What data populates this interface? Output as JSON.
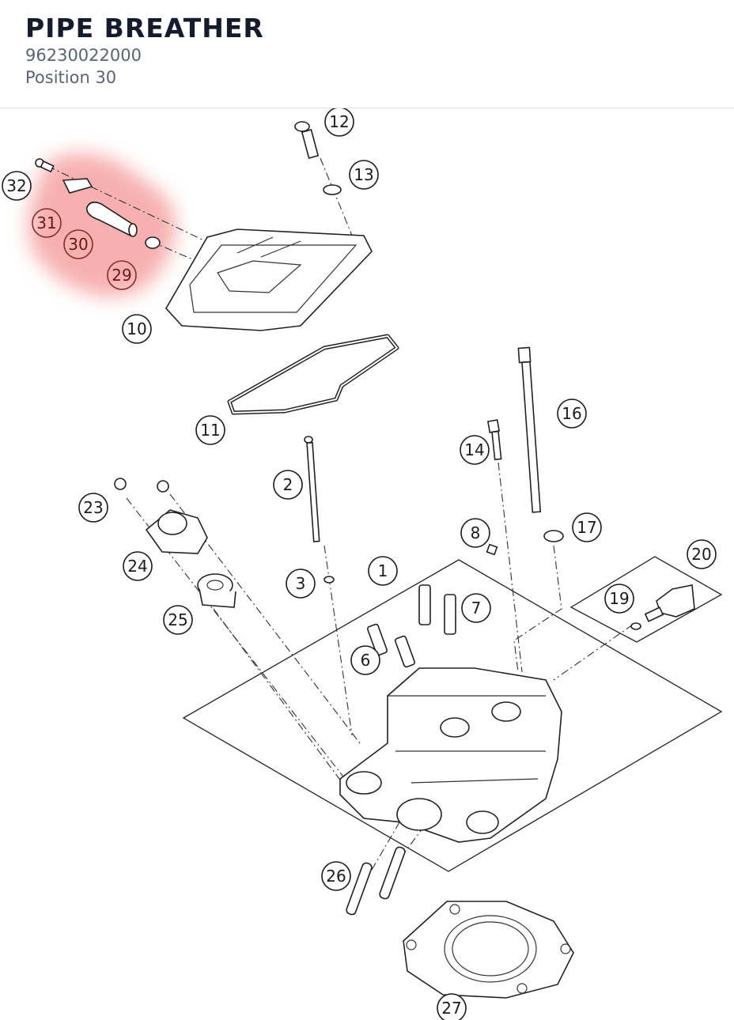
{
  "header": {
    "title": "PIPE BREATHER",
    "part_number": "96230022000",
    "position": "Position 30"
  },
  "colors": {
    "highlight": "#f5a3a3",
    "title": "#141b2d",
    "subtitle": "#5b6472"
  },
  "callouts": [
    "1",
    "2",
    "3",
    "6",
    "7",
    "8",
    "10",
    "11",
    "12",
    "13",
    "14",
    "16",
    "17",
    "19",
    "20",
    "23",
    "24",
    "25",
    "26",
    "27",
    "29",
    "30",
    "31",
    "32"
  ],
  "highlighted_callouts": [
    "29",
    "30",
    "31"
  ]
}
